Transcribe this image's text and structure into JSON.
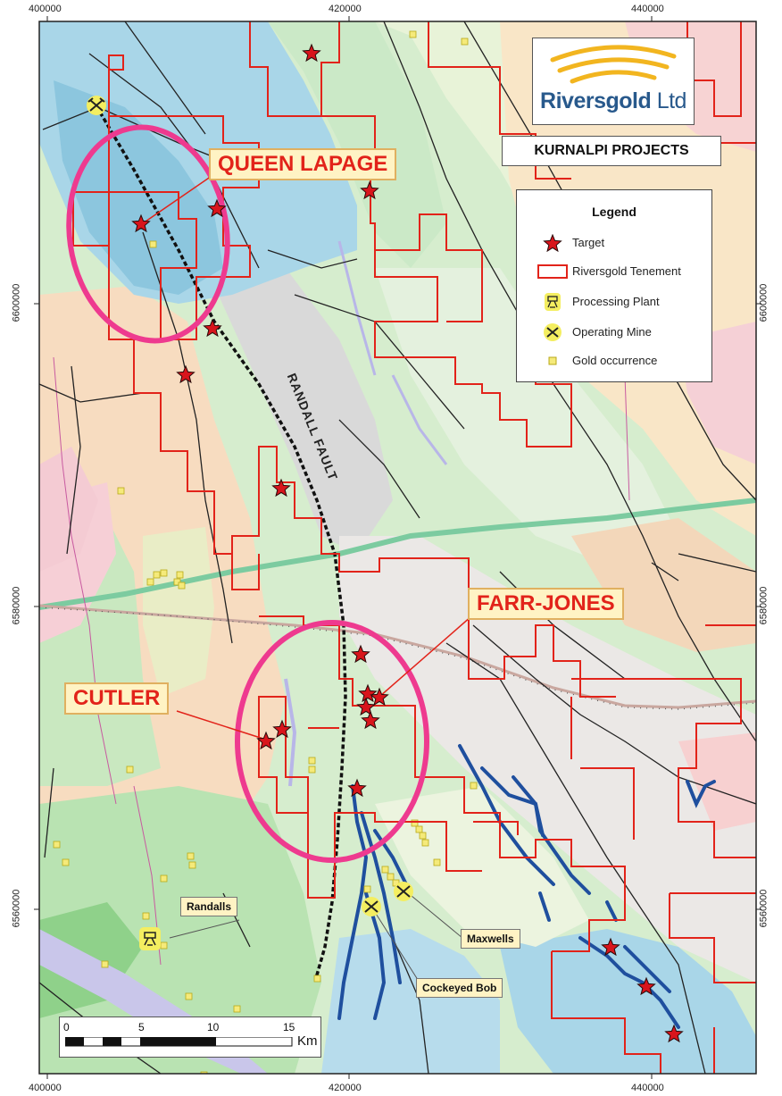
{
  "company": {
    "name_bold": "Riversgold",
    "name_light": " Ltd"
  },
  "project_title": "KURNALPI PROJECTS",
  "legend": {
    "title": "Legend",
    "items": [
      {
        "label": "Target",
        "icon": "star-icon"
      },
      {
        "label": "Riversgold Tenement",
        "icon": "tenement-box-icon"
      },
      {
        "label": "Processing Plant",
        "icon": "processing-plant-icon"
      },
      {
        "label": "Operating Mine",
        "icon": "operating-mine-icon"
      },
      {
        "label": "Gold occurrence",
        "icon": "gold-square-icon"
      }
    ]
  },
  "prospects": {
    "queen_lapage": "QUEEN LAPAGE",
    "farr_jones": "FARR-JONES",
    "cutler": "CUTLER"
  },
  "places": {
    "randalls": "Randalls",
    "maxwells": "Maxwells",
    "cockeyed_bob": "Cockeyed Bob"
  },
  "fault_label": "RANDALL FAULT",
  "axes": {
    "top": [
      "400000",
      "420000",
      "440000"
    ],
    "bottom": [
      "400000",
      "420000",
      "440000"
    ],
    "left": [
      "6600000",
      "6580000",
      "6560000"
    ],
    "right": [
      "6600000",
      "6580000",
      "6560000"
    ]
  },
  "scale": {
    "ticks": [
      "0",
      "5",
      "10",
      "15"
    ],
    "unit": "Km"
  },
  "colors": {
    "tenement": "#e2231a",
    "target_star": "#d8151c",
    "highlight_ellipse": "#ee3a8f",
    "callout_text": "#e2231a",
    "callout_fill": "#fff3c4",
    "logo_blue": "#28598c",
    "logo_gold": "#f2b51f",
    "dyke_blue": "#1f4f9e"
  }
}
